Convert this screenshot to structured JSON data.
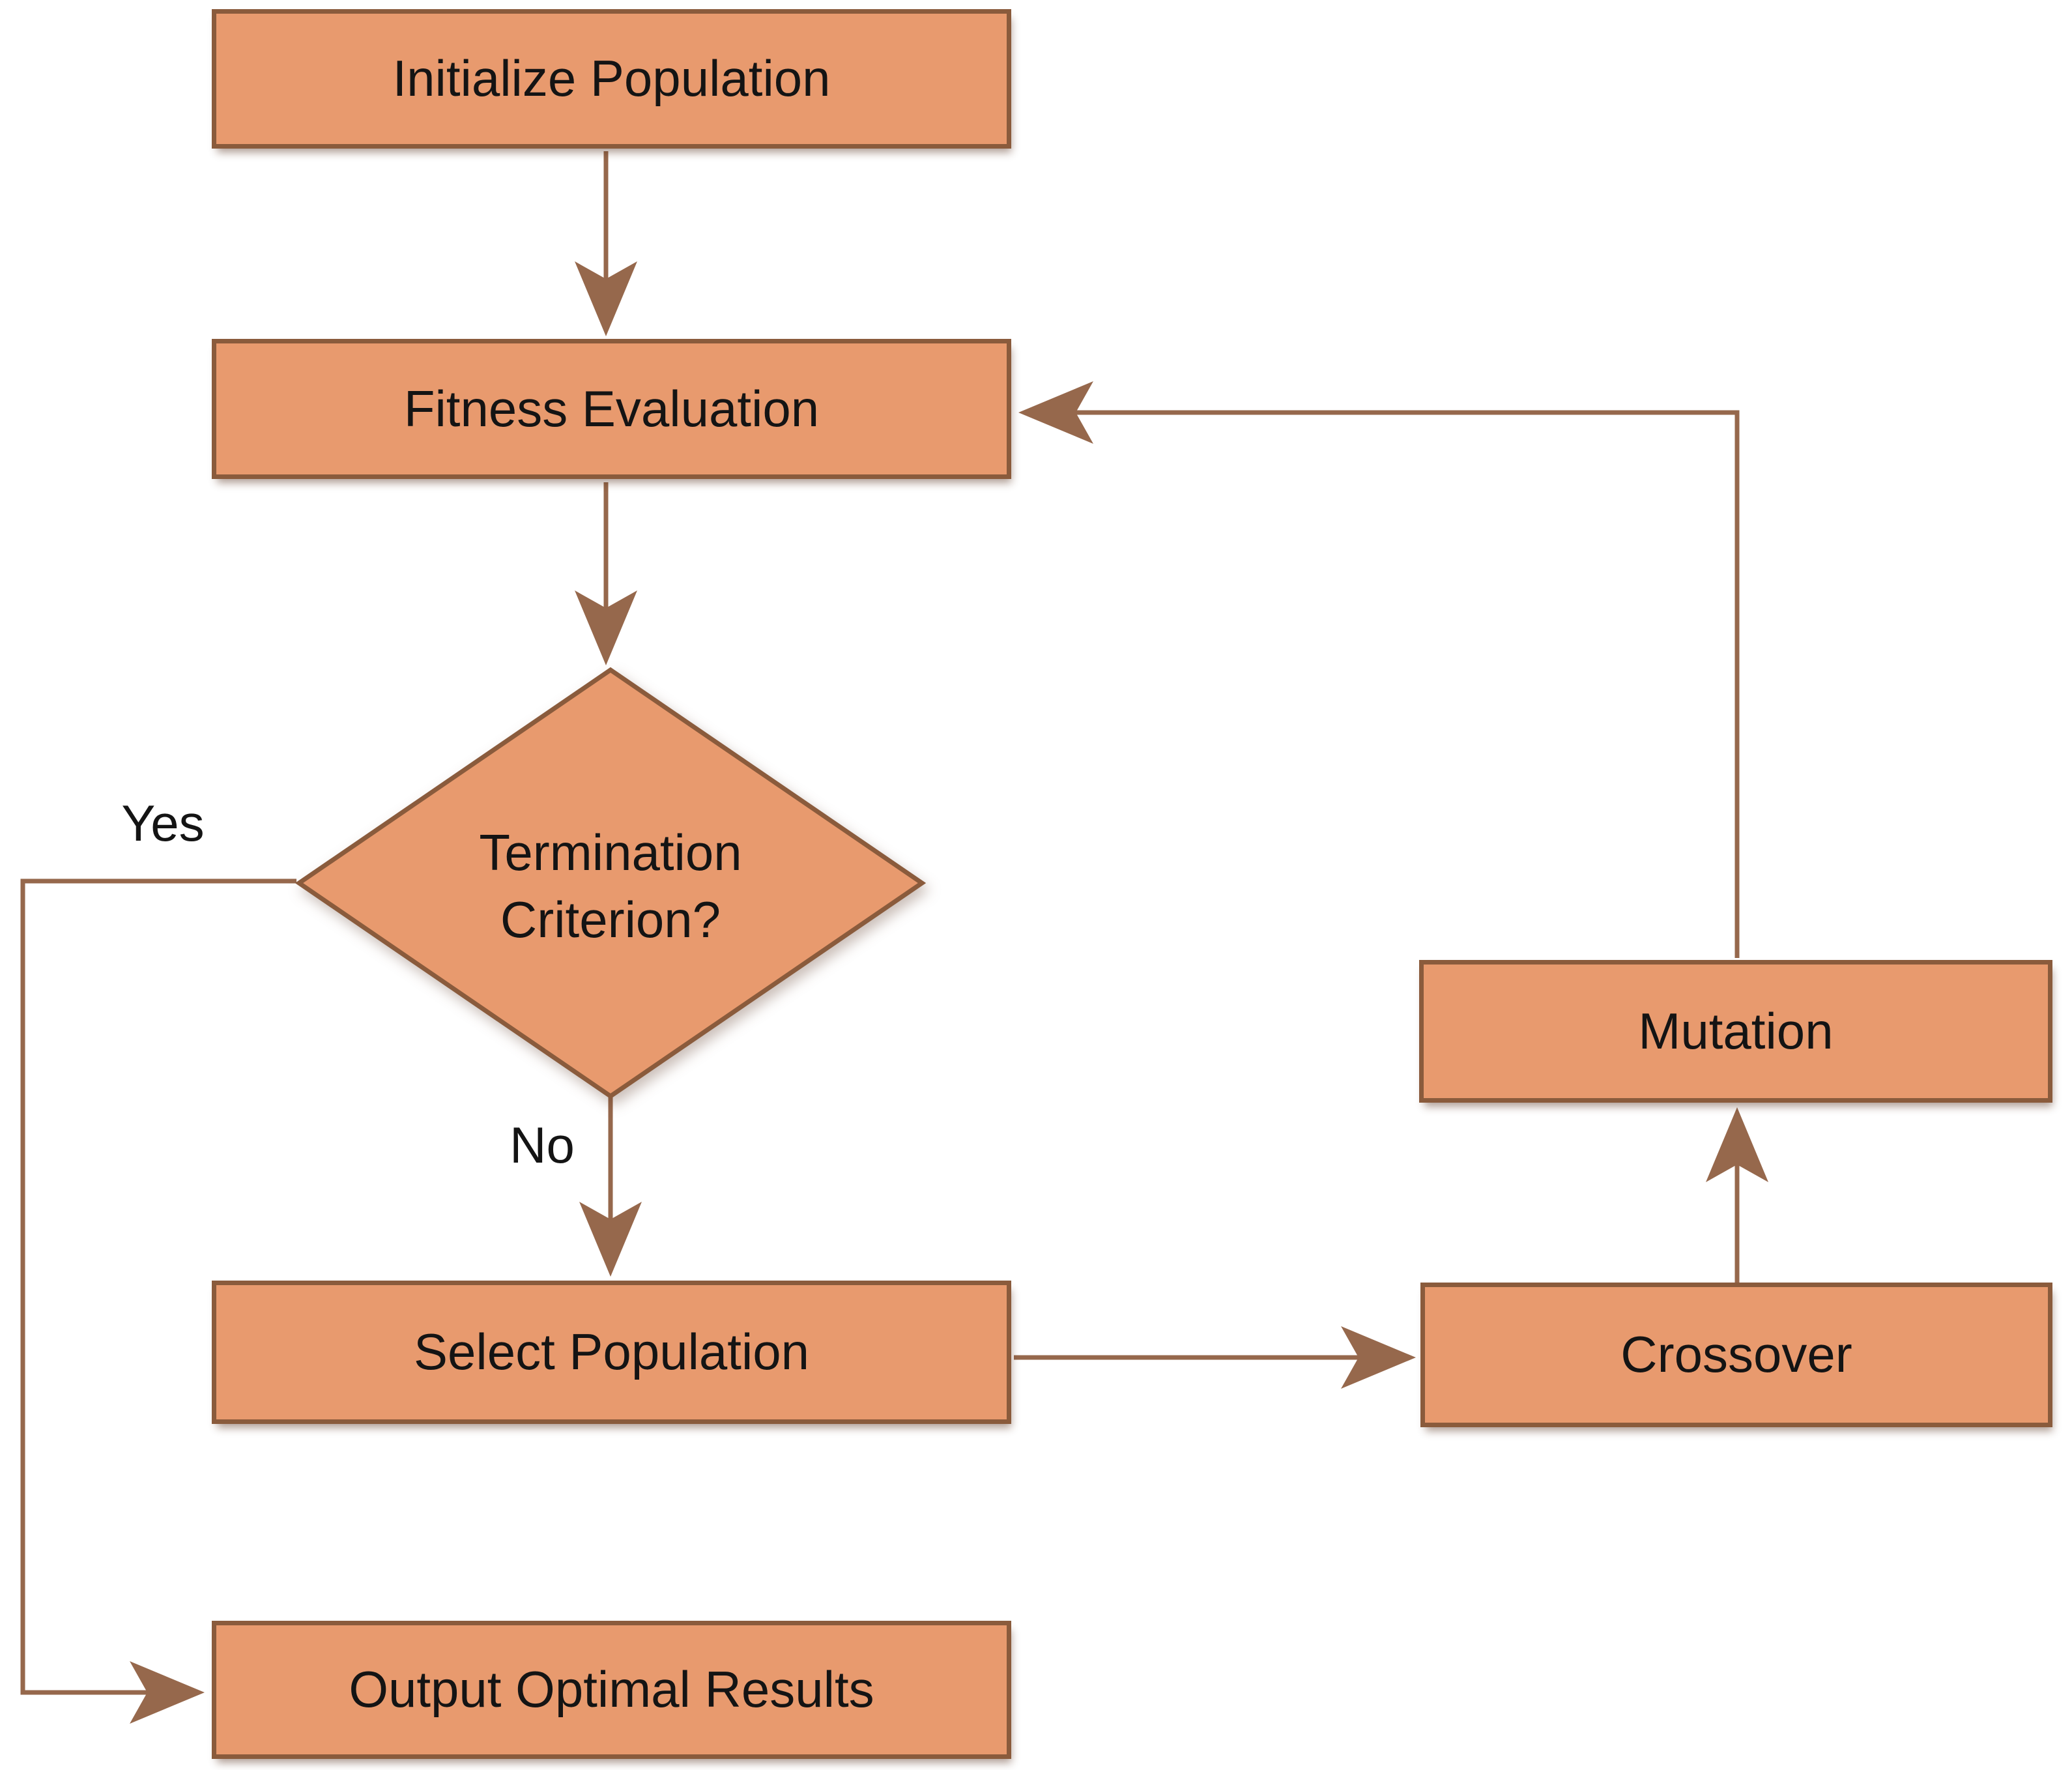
{
  "nodes": {
    "initialize": {
      "label": "Initialize Population"
    },
    "fitness": {
      "label": "Fitness Evaluation"
    },
    "termination": {
      "line1": "Termination",
      "line2": "Criterion?"
    },
    "select": {
      "label": "Select Population"
    },
    "output": {
      "label": "Output Optimal Results"
    },
    "mutation": {
      "label": "Mutation"
    },
    "crossover": {
      "label": "Crossover"
    }
  },
  "edges": {
    "yes_label": "Yes",
    "no_label": "No"
  },
  "colors": {
    "node_fill": "#E89A6E",
    "node_border": "#8A5B3C",
    "connector": "#96684C",
    "text": "#141414",
    "background": "#FFFFFF"
  }
}
